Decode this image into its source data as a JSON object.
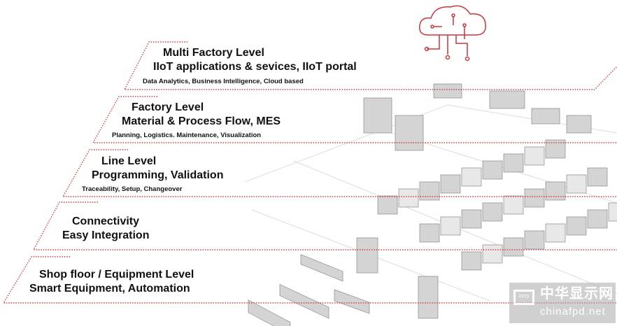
{
  "levels": [
    {
      "title": "Multi Factory Level",
      "subtitle": "IIoT applications & sevices, IIoT portal",
      "detail": "Data Analytics, Business Intelligence, Cloud based"
    },
    {
      "title": "Factory Level",
      "subtitle": "Material & Process Flow, MES",
      "detail": "Planning, Logistics. Maintenance, Visualization"
    },
    {
      "title": "Line Level",
      "subtitle": "Programming, Validation",
      "detail": "Traceability, Setup, Changeover"
    },
    {
      "title": "Connectivity",
      "subtitle": "Easy Integration"
    },
    {
      "title": "Shop floor / Equipment Level",
      "subtitle": "Smart Equipment, Automation"
    }
  ],
  "icons": {
    "cloud": "cloud-circuit-icon",
    "watermark": "monitor-icon"
  },
  "watermark": {
    "logo": "FPD",
    "cn": "中华显示网",
    "en": "chinafpd.net"
  },
  "colors": {
    "accent": "#d0343a",
    "text": "#111111",
    "machines": "#c9c9c9"
  }
}
